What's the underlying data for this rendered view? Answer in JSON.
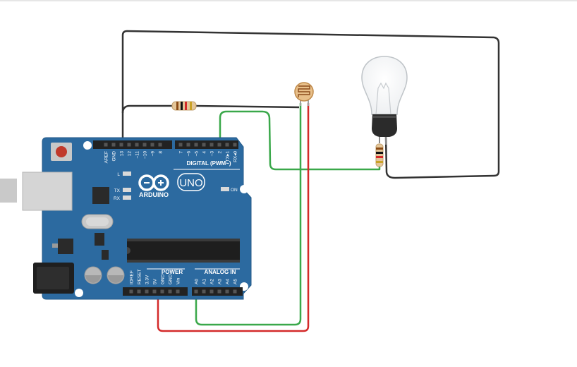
{
  "board": {
    "brand": "ARDUINO",
    "model": "UNO",
    "digital_header_label": "DIGITAL (PWM~)",
    "power_label": "POWER",
    "analog_label": "ANALOG IN",
    "led_l": "L",
    "led_tx": "TX",
    "led_rx": "RX",
    "led_on": "ON",
    "digital_pins": [
      "AREF",
      "GND",
      "13",
      "12",
      "~11",
      "~10",
      "~9",
      "8",
      "7",
      "~6",
      "~5",
      "4",
      "~3",
      "2",
      "TX▸1",
      "RX◂0"
    ],
    "power_pins": [
      "IOREF",
      "RESET",
      "3.3V",
      "5V",
      "GND",
      "GND",
      "Vin"
    ],
    "analog_pins": [
      "A0",
      "A1",
      "A2",
      "A3",
      "A4",
      "A5"
    ]
  },
  "components": {
    "resistor_1": "resistor",
    "resistor_2": "resistor",
    "photoresistor": "photoresistor",
    "bulb": "light bulb"
  },
  "colors": {
    "board": "#2c6aa0",
    "wire_black": "#333333",
    "wire_green": "#3aa84a",
    "wire_red": "#d42a2a"
  }
}
